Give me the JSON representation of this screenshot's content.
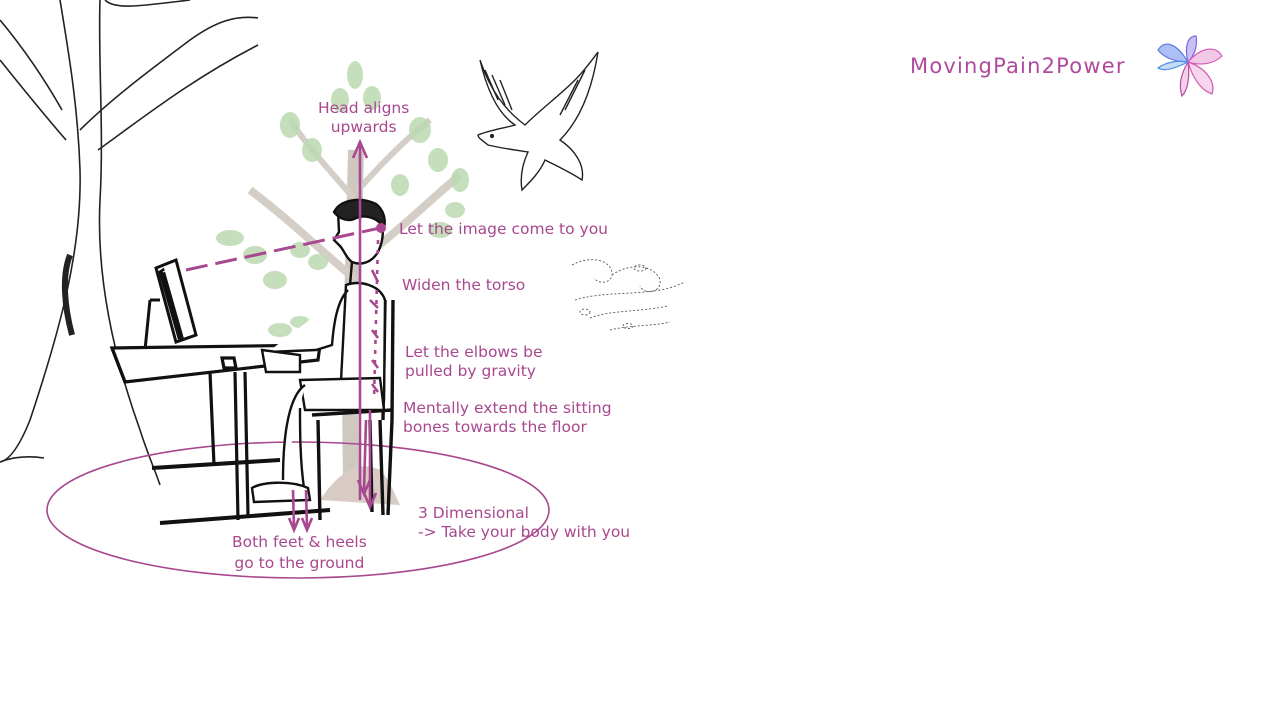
{
  "brand": {
    "name": "MovingPain2Power",
    "logo_icon": "fan-ribbon-logo-icon",
    "color": "#b04a9c"
  },
  "colors": {
    "accent": "#a8488f",
    "tree_leaves": "#bcd9b0",
    "tree_trunk": "#cfc8c0",
    "line_art": "#1a1a1a"
  },
  "labels": {
    "head": "Head aligns\nupwards",
    "image": "Let the image come to you",
    "torso": "Widen the torso",
    "elbows": "Let the elbows be\npulled by gravity",
    "sitting": "Mentally extend the sitting\nbones towards the floor",
    "dimensional": "3 Dimensional\n-> Take your body with you",
    "feet": "Both feet & heels\ngo to the ground"
  },
  "icons": [
    "tree-icon",
    "bird-icon",
    "wind-leaves-icon",
    "monitor-icon",
    "desk-icon",
    "chair-icon",
    "seated-person-icon"
  ]
}
